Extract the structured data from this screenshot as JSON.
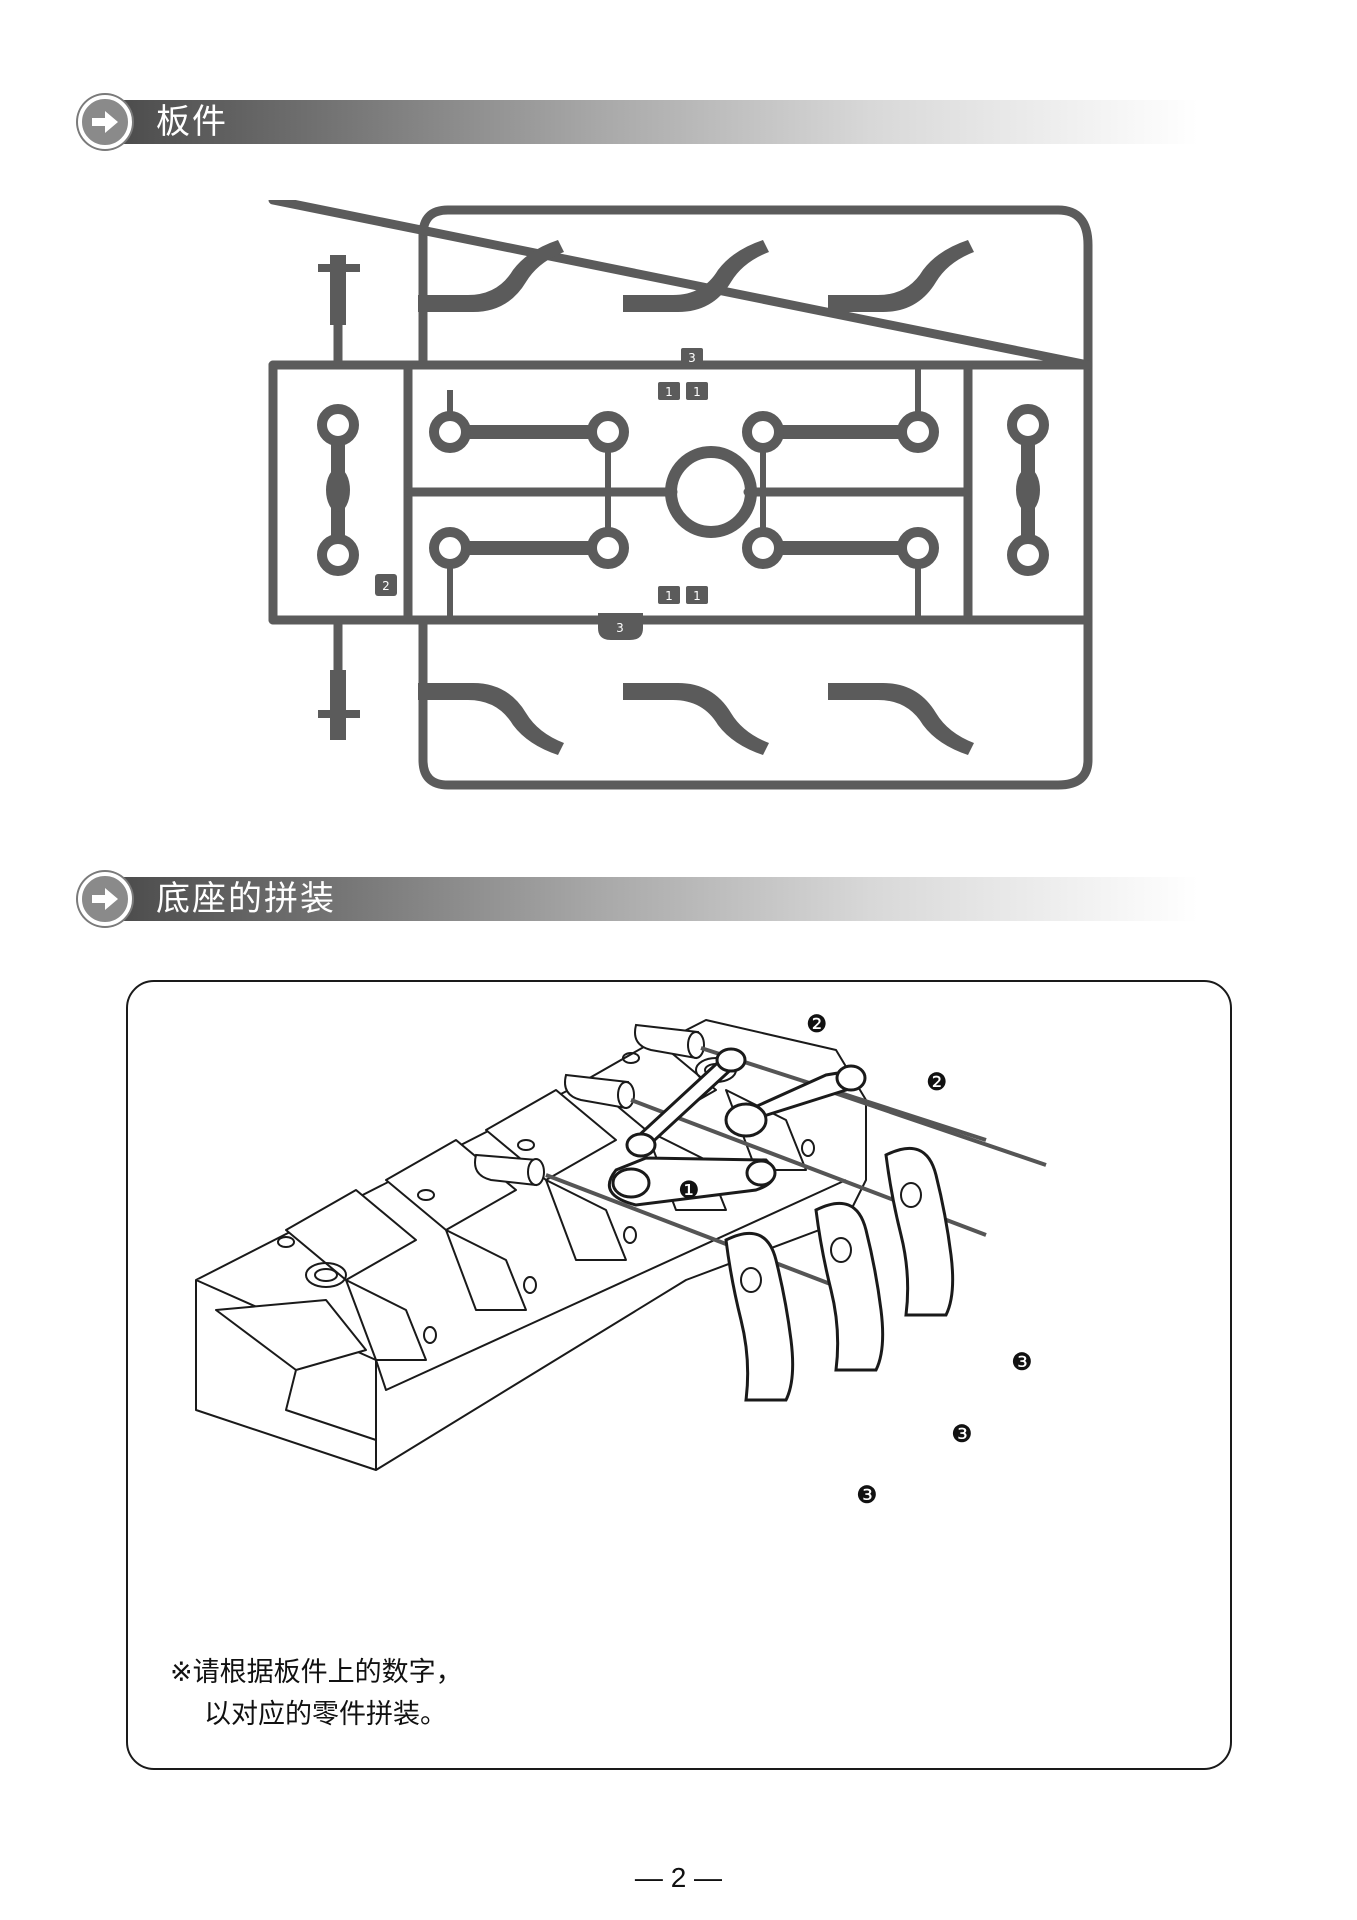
{
  "sections": {
    "parts": {
      "title": "板件"
    },
    "assembly": {
      "title": "底座的拼装"
    }
  },
  "sprue": {
    "gate_numbers": [
      "3",
      "1",
      "1",
      "2",
      "1",
      "1",
      "3"
    ]
  },
  "callouts": [
    "❷",
    "❷",
    "❶",
    "❸",
    "❸",
    "❸"
  ],
  "note": {
    "line1": "※请根据板件上的数字，",
    "line2": "以对应的零件拼装。"
  },
  "page": {
    "number": "— 2 —"
  },
  "colors": {
    "sprue": "#5b5b5b",
    "header_dark": "#4a4a4a",
    "ink": "#1a1a1a"
  },
  "icons": [
    "arrow-right-circle-icon"
  ]
}
